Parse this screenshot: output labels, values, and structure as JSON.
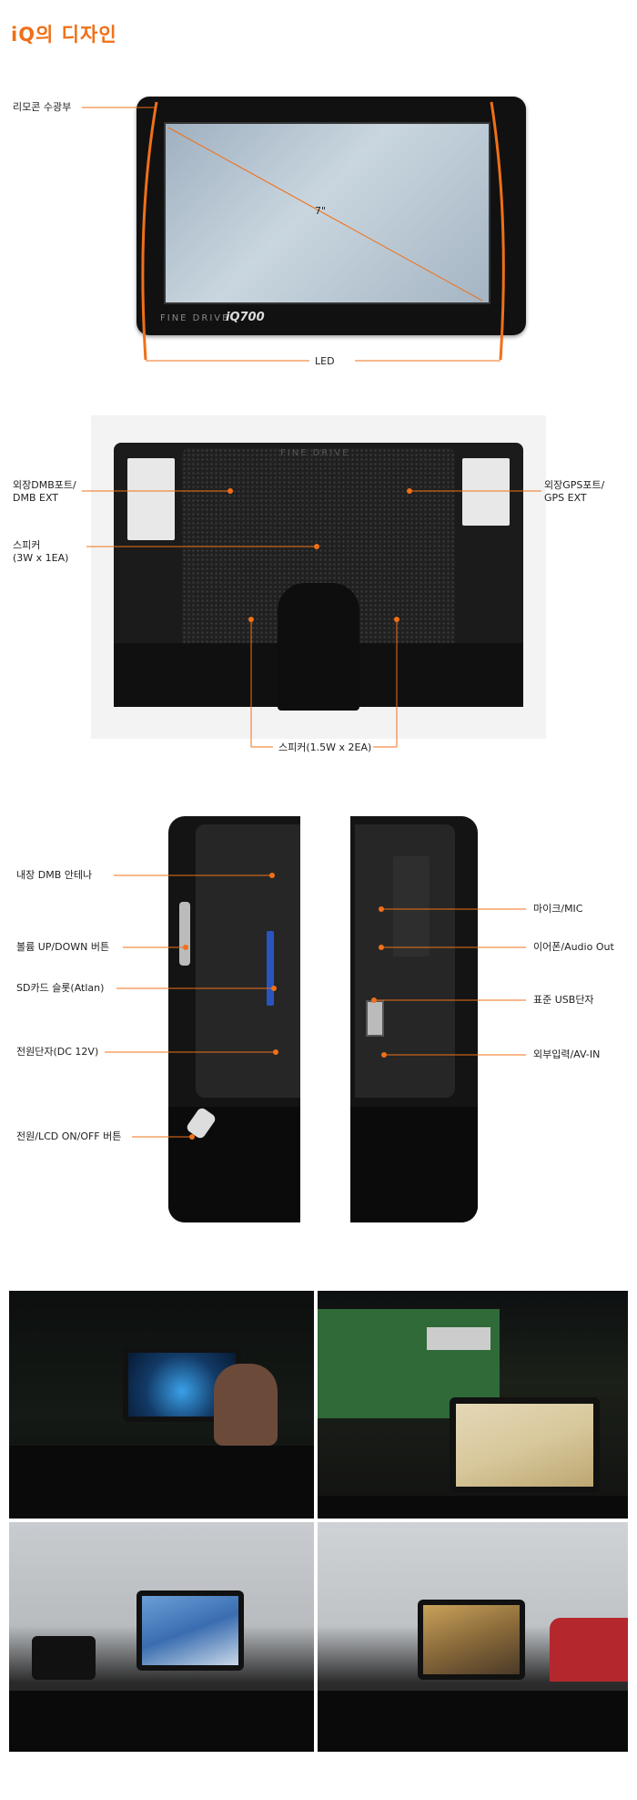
{
  "title": "iQ의 디자인",
  "front": {
    "remote_label": "리모콘 수광부",
    "screen_size": "7\"",
    "led_label": "LED",
    "brand_fine": "FINE DRIVE",
    "brand_model": "iQ700"
  },
  "back": {
    "dmb_ext_label": "외장DMB포트/\nDMB EXT",
    "gps_ext_label": "외장GPS포트/\nGPS EXT",
    "speaker_label": "스피커\n(3W x 1EA)",
    "speaker2_label": "스피커(1.5W x 2EA)",
    "brand": "FINE DRIVE"
  },
  "sides": {
    "dmb_antenna": "내장 DMB 안테나",
    "volume": "볼륨 UP/DOWN 버튼",
    "sd_slot": "SD카드 슬롯(Atlan)",
    "power_jack": "전원단자(DC 12V)",
    "power_button": "전원/LCD ON/OFF 버튼",
    "mic": "마이크/MIC",
    "earphone": "이어폰/Audio Out",
    "usb": "표준 USB단자",
    "av_in": "외부입력/AV-IN"
  },
  "colors": {
    "accent": "#f07018",
    "device": "#141414"
  }
}
